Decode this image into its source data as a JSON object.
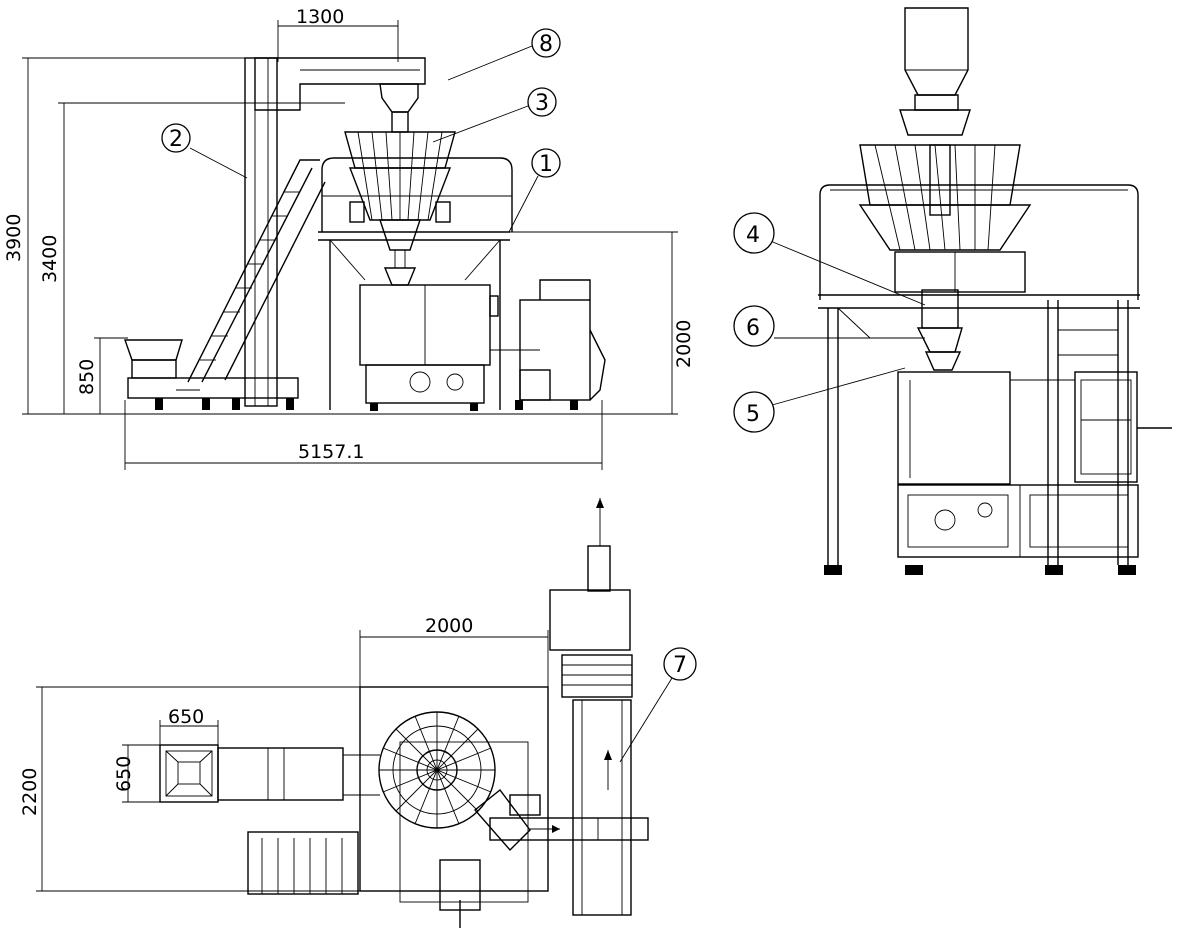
{
  "dimensions": {
    "front_top_width": "1300",
    "front_height_total": "3900",
    "front_height_weigher": "3400",
    "front_height_feeder": "850",
    "front_length_total": "5157.1",
    "front_height_platform": "2000",
    "plan_width_top": "2000",
    "plan_depth": "2200",
    "plan_hopper_width": "650",
    "plan_hopper_depth": "650"
  },
  "callouts": {
    "c1": "1",
    "c2": "2",
    "c3": "3",
    "c4": "4",
    "c5": "5",
    "c6": "6",
    "c7": "7",
    "c8": "8"
  }
}
